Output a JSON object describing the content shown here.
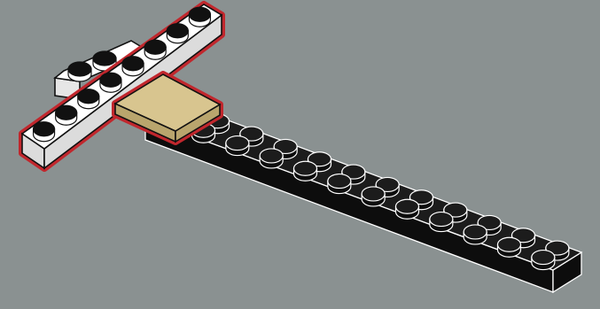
{
  "scene": {
    "background_color": "#8a9191",
    "outline_color": "#111111",
    "highlight_outline_color": "#c1272d",
    "parts": {
      "black_plate": {
        "name": "black-plate",
        "color": "#1c1c1c",
        "side_color": "#0d0d0d",
        "edge_color": "#ffffff",
        "studs_long": 12,
        "studs_wide": 2
      },
      "white_plate": {
        "name": "white-plate",
        "color": "#ffffff",
        "side_color": "#dcdcdc",
        "stud_top_color": "#111111",
        "studs": 8,
        "highlighted": true
      },
      "white_small_plate": {
        "name": "white-small-plate",
        "color": "#ffffff",
        "studs": 4
      },
      "tan_tile": {
        "name": "tan-tile",
        "color": "#d8c58f",
        "side_color": "#b9a56d",
        "highlighted": true
      }
    }
  }
}
